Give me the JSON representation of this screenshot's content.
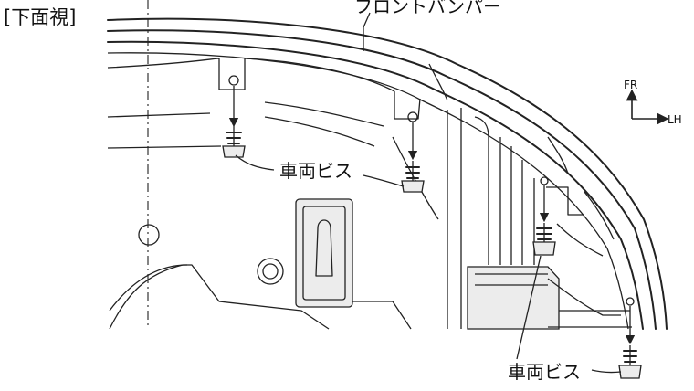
{
  "view_label": "[下面視]",
  "part_label": "フロントバンパー",
  "screw_label_upper": "車両ビス",
  "screw_label_lower": "車両ビス",
  "direction": {
    "forward": "FR",
    "side": "LH"
  },
  "screw_count": 4
}
